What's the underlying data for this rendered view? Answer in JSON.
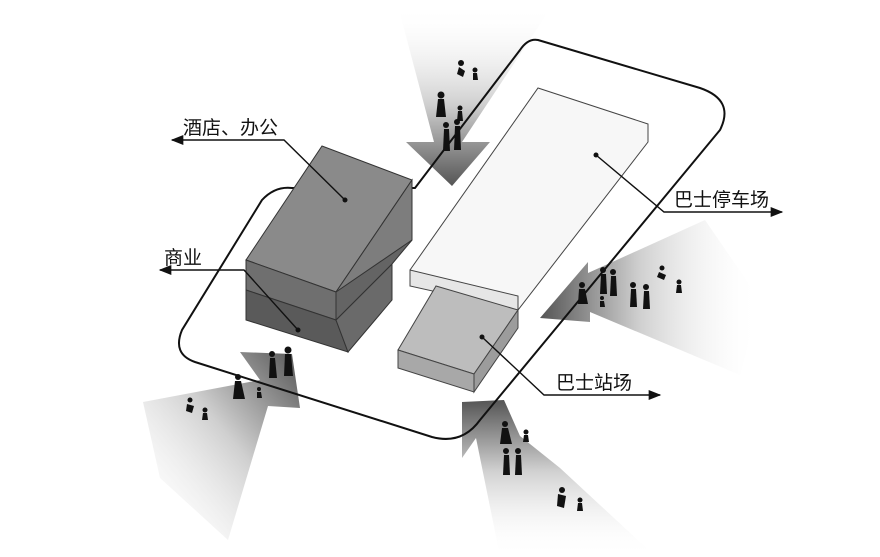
{
  "labels": {
    "hotel_office": "酒店、办公",
    "commerce": "商业",
    "bus_parking": "巴士停车场",
    "bus_station": "巴士站场"
  },
  "colors": {
    "hotel_top": "#8a8a8a",
    "hotel_front": "#6f6f6f",
    "hotel_side": "#7d7d7d",
    "commerce_front": "#5a5a5a",
    "commerce_side": "#6a6a6a",
    "parking_top": "#f7f7f7",
    "station_top": "#bdbdbd",
    "line": "#111111"
  }
}
